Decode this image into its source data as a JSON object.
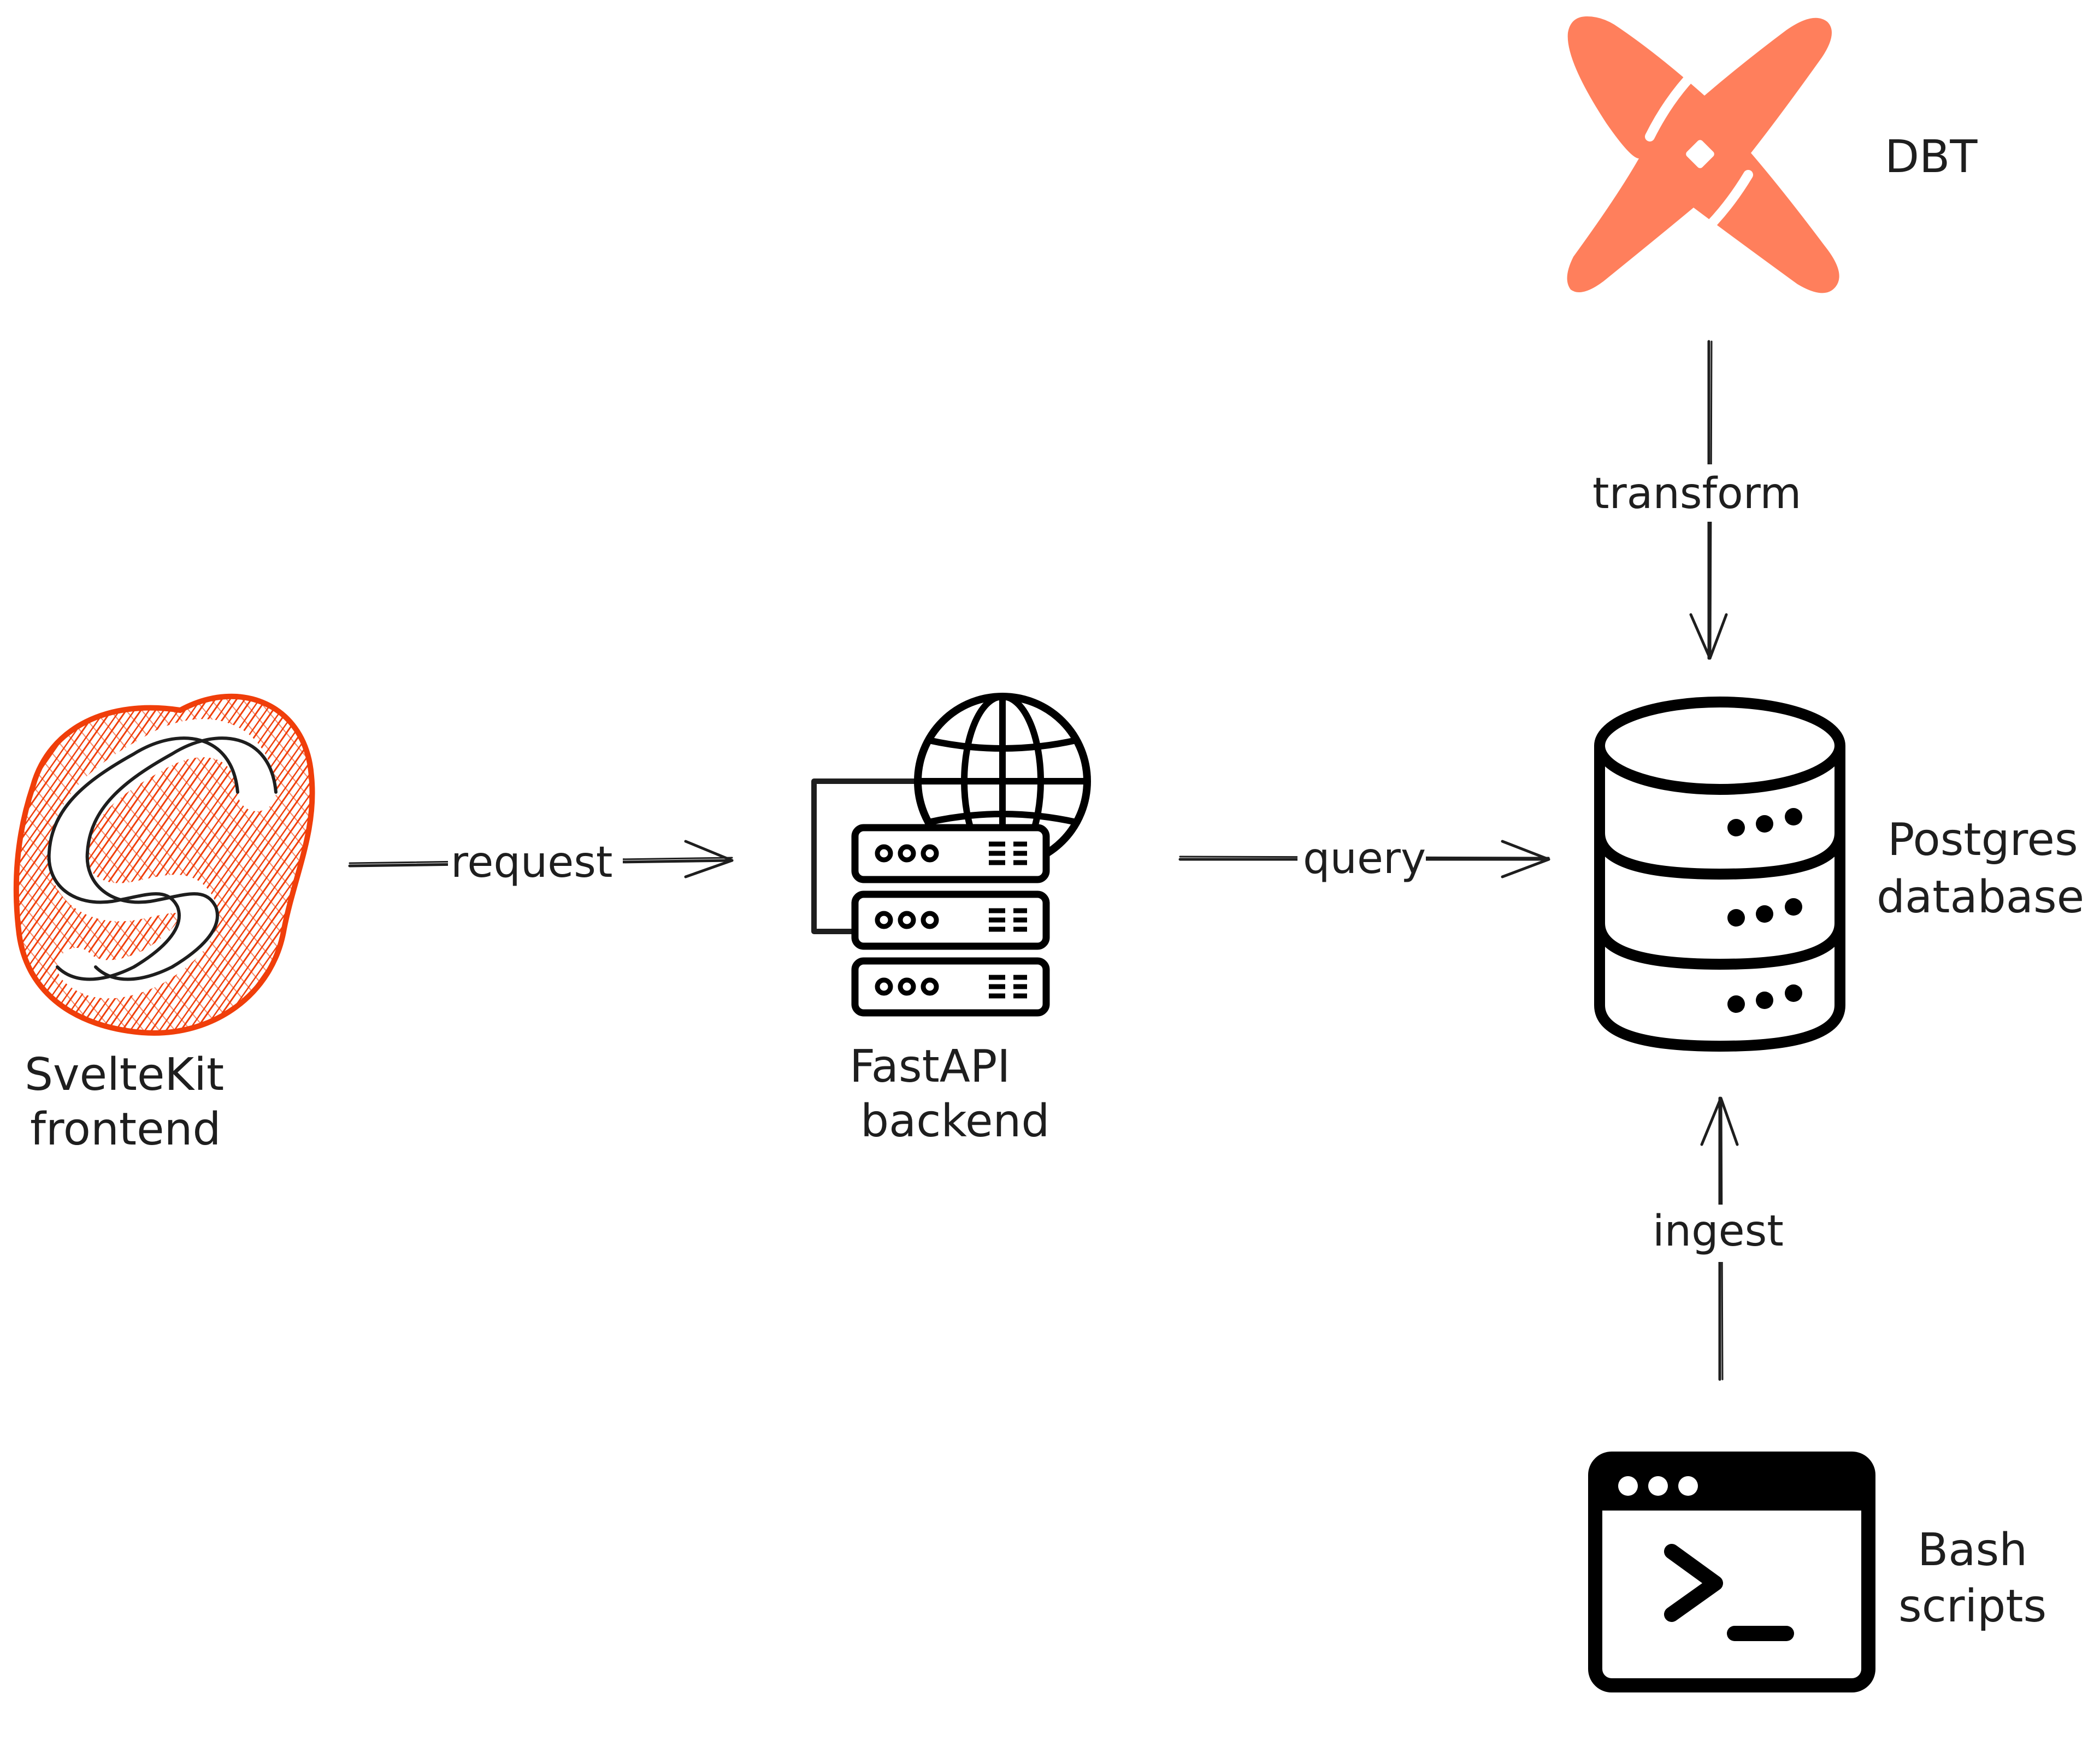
{
  "nodes": {
    "sveltekit": {
      "line1": "SvelteKit",
      "line2": "frontend",
      "icon": "svelte-logo-icon",
      "color": "#f03e0a"
    },
    "fastapi": {
      "line1": "FastAPI",
      "line2": "backend",
      "icon": "web-server-icon"
    },
    "postgres": {
      "line1": "Postgres",
      "line2": "database",
      "icon": "database-icon"
    },
    "dbt": {
      "line1": "DBT",
      "icon": "dbt-logo-icon",
      "color": "#ff7f5c"
    },
    "bash": {
      "line1": "Bash",
      "line2": "scripts",
      "icon": "terminal-window-icon"
    }
  },
  "edges": {
    "request": "request",
    "query": "query",
    "transform": "transform",
    "ingest": "ingest"
  }
}
